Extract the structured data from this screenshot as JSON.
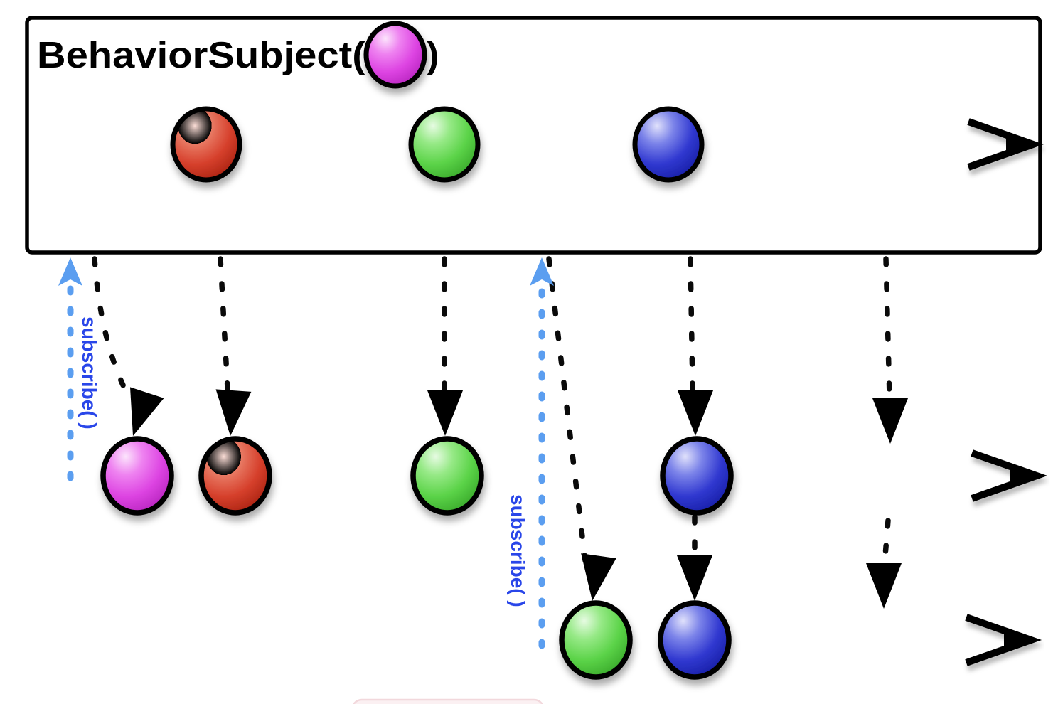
{
  "title": {
    "prefix": "BehaviorSubject(",
    "suffix": ")",
    "initial_marble_color": "magenta"
  },
  "labels": {
    "subscribe1": "subscribe( )",
    "subscribe2": "subscribe( )"
  },
  "colors": {
    "marble_red": "#D6402C",
    "marble_green": "#5BD348",
    "marble_blue": "#3038D0",
    "marble_magenta": "#DD44E2",
    "timeline_stroke": "#000000",
    "subscribe_arrow": "#5B9EF0",
    "subscribe_text": "#2946E9",
    "artifact_pink": "#F2D8DC"
  },
  "diagram": {
    "type": "rx-marble-diagram",
    "subject": "BehaviorSubject",
    "initial_value_color": "magenta",
    "source_timeline": {
      "emissions": [
        "red",
        "green",
        "blue"
      ],
      "completes": true
    },
    "subscribers": [
      {
        "label": "subscribe( )",
        "subscribed": "before first emission",
        "received": [
          "magenta (initial value)",
          "red",
          "green",
          "blue",
          "complete"
        ]
      },
      {
        "label": "subscribe( )",
        "subscribed": "after green emission, before blue",
        "received": [
          "green (latest value)",
          "blue",
          "complete"
        ]
      }
    ]
  }
}
